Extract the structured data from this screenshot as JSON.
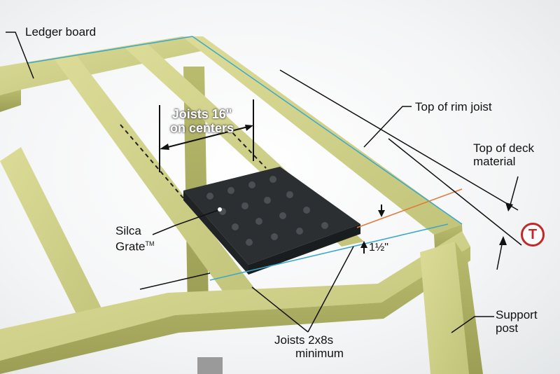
{
  "labels": {
    "ledger_board": "Ledger board",
    "joists_spacing_line1": "Joists 16\"",
    "joists_spacing_line2": "on centers",
    "top_of_rim_joist": "Top of rim joist",
    "top_of_deck_line1": "Top of deck",
    "top_of_deck_line2": "material",
    "silca_line1": "Silca",
    "silca_line2": "Grate",
    "trademark": "TM",
    "offset_dimension": "1½\"",
    "joists_size_line1": "Joists 2x8s",
    "joists_size_line2": "minimum",
    "support_post_line1": "Support",
    "support_post_line2": "post",
    "badge_letter": "T"
  },
  "colors": {
    "lumber": "#d4d48c",
    "lumber_shadow": "#a9ab5f",
    "grate": "#2b2f32",
    "badge": "#c4272a",
    "rim_line": "#3ba8c9",
    "deck_line": "#e07a3a"
  }
}
